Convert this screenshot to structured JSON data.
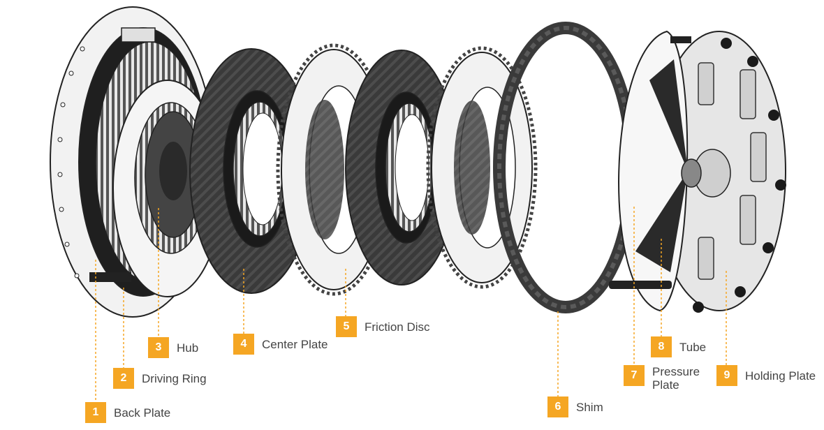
{
  "colors": {
    "accent": "#f5a623",
    "leader": "#f5a623",
    "label_text": "#444444",
    "part_outline": "#222222",
    "carbon_dark": "#3a3a3a",
    "metal_light": "#f2f2f2"
  },
  "parts": [
    {
      "number": "1",
      "name": "Back Plate"
    },
    {
      "number": "2",
      "name": "Driving Ring"
    },
    {
      "number": "3",
      "name": "Hub"
    },
    {
      "number": "4",
      "name": "Center Plate"
    },
    {
      "number": "5",
      "name": "Friction Disc"
    },
    {
      "number": "6",
      "name": "Shim"
    },
    {
      "number": "7",
      "name_line1": "Pressure",
      "name_line2": "Plate"
    },
    {
      "number": "8",
      "name": "Tube"
    },
    {
      "number": "9",
      "name": "Holding Plate"
    }
  ]
}
